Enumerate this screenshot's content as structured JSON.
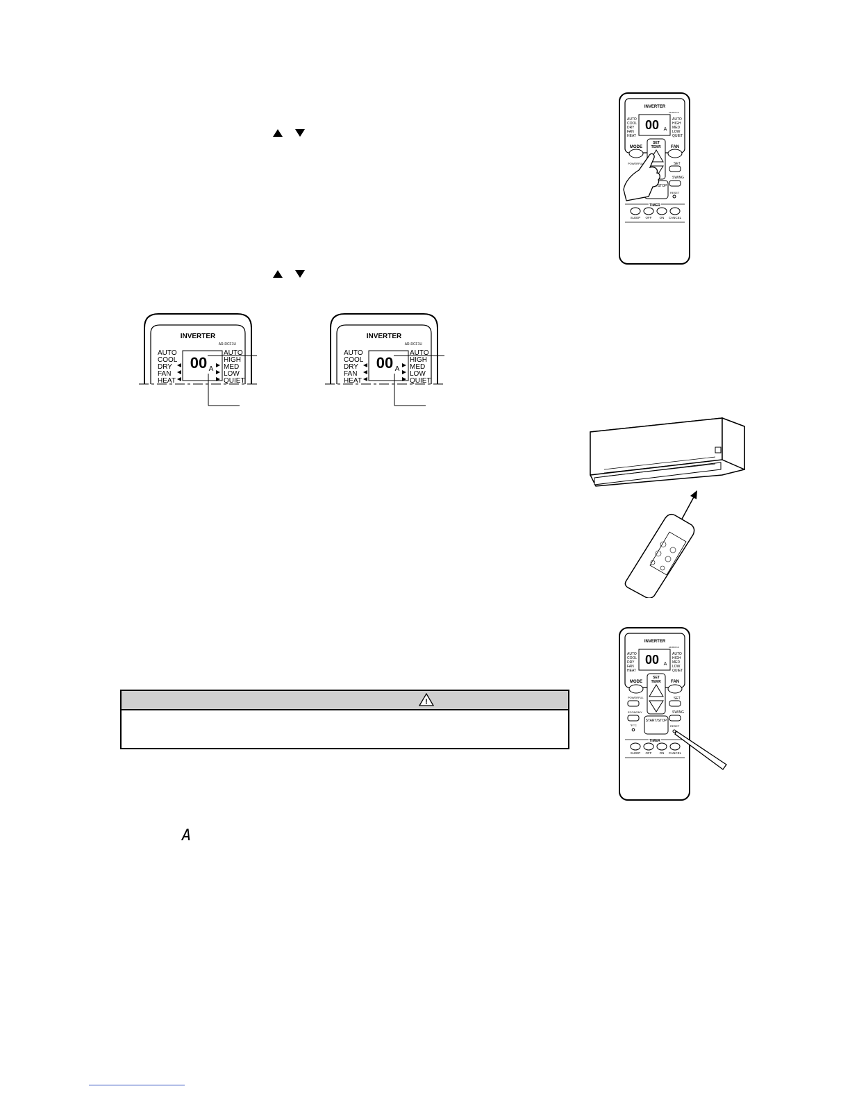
{
  "remote": {
    "brand": "INVERTER",
    "model": "AR-RCF1U",
    "display_digits": "00",
    "display_suffix": "A",
    "modes": [
      "AUTO",
      "COOL",
      "DRY",
      "FAN",
      "HEAT"
    ],
    "fan_speeds": [
      "AUTO",
      "HIGH",
      "MED",
      "LOW",
      "QUIET"
    ],
    "buttons": {
      "mode": "MODE",
      "fan": "FAN",
      "set_temp_line1": "SET",
      "set_temp_line2": "TEMP.",
      "powerful": "POWERFUL",
      "set": "SET",
      "swing": "SWING",
      "economy": "ECONOMY",
      "temp_unit": "°F/°C",
      "reset": "RESET",
      "start_stop": "START/STOP",
      "timer": "TIMER",
      "sleep": "SLEEP",
      "off": "OFF",
      "on": "ON",
      "cancel": "CANCEL"
    }
  },
  "icons": {
    "up_arrow": "up-triangle-icon",
    "down_arrow": "down-triangle-icon",
    "caution": "warning-triangle-icon"
  },
  "caution_box": {
    "header_color": "#cfcfcf",
    "symbol": "!"
  },
  "segment_glyph": "A"
}
